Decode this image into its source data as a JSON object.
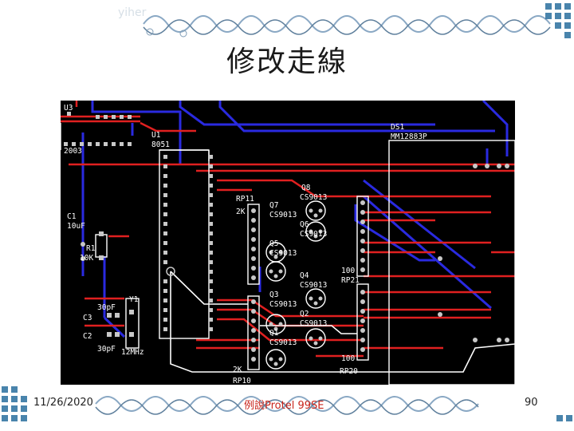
{
  "header": {
    "watermark": "yiher",
    "title": "修改走線"
  },
  "pcb": {
    "labels": {
      "u3": "U3",
      "u1": "U1",
      "u1_part": "8051",
      "u3_part": "2003",
      "ds1": "DS1",
      "ds1_part": "MM12883P",
      "c1": "C1",
      "c1_val": "10uF",
      "r1": "R1",
      "r1_val": "10K",
      "y1": "Y1",
      "y1_val": "12MHz",
      "c3": "C3",
      "c2": "C2",
      "c3_val": "30pF",
      "c2_val": "30pF",
      "rp11": "RP11",
      "rp11_val": "2K",
      "rp10": "RP10",
      "rp10_val": "2K",
      "rp21": "RP21",
      "rp21_val": "100",
      "rp20": "RP20",
      "rp20_val": "100",
      "q8": "Q8",
      "q7": "Q7",
      "q6": "Q6",
      "q5": "Q5",
      "q4": "Q4",
      "q3": "Q3",
      "q2": "Q2",
      "q1": "Q1",
      "cs": "CS9013"
    }
  },
  "footer": {
    "date": "11/26/2020",
    "center": "例說Protel 99SE",
    "page": "90"
  }
}
